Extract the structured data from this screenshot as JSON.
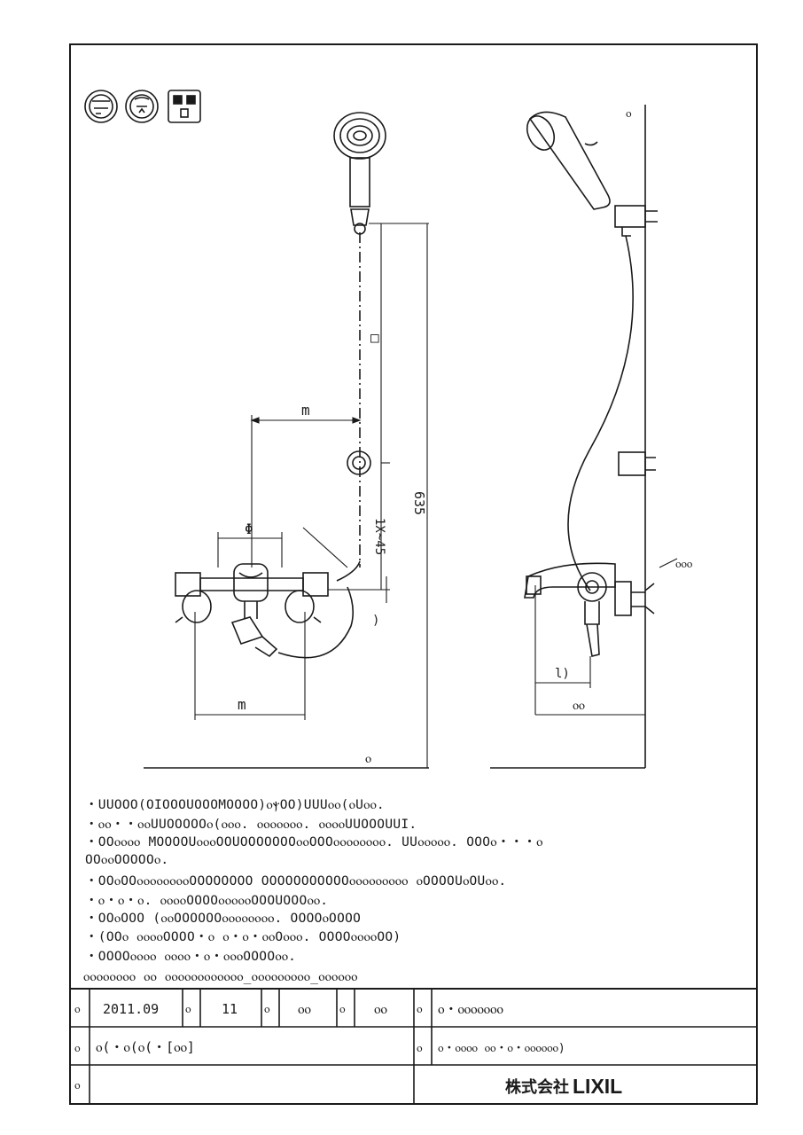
{
  "drawing_labels": {
    "dim_front_upper": "m",
    "dim_vertical_upper": "□",
    "dim_total_height": "635",
    "dim_mid_vertical": "1X~45",
    "dim_valve_width": "Φ",
    "dim_base_width": "m",
    "dim_side_small": "l)",
    "dim_side_base": "ⲟⲟ",
    "dim_side_label": "ⲟⲟⲟ",
    "dim_top_right": "ⲟ",
    "dim_bottom_floor": "ⲟ",
    "dim_arc": ")"
  },
  "notes": [
    "・UUOOO(OIOOOUOOOMOOOO)ⲟⲯOO)UUUⲟⲟ(ⲟUⲟⲟ.",
    "・ⲟⲟ・・ⲟⲟUUOOOOOⲟ(ⲟⲟⲟ. ⲟⲟⲟⲟⲟⲟⲟ. ⲟⲟⲟⲟUUOOOUUI.",
    "・OOⲟⲟⲟⲟ MOOOOUⲟⲟⲟOOUOOOOOOOⲟⲟOOOⲟⲟⲟⲟⲟⲟⲟⲟ. UUⲟⲟⲟⲟⲟ. OOOⲟ・・・ⲟ",
    "OOⲟⲟOOOOOⲟ.",
    "・OOⲟOOⲟⲟⲟⲟⲟⲟⲟⲟOOOOOOOO OOOOOOOOOOOⲟⲟⲟⲟⲟⲟⲟⲟⲟ ⲟOOOOUⲟOUⲟⲟ.",
    "・ⲟ・ⲟ・ⲟ. ⲟⲟⲟⲟOOOOⲟⲟⲟⲟⲟOOOUOOOⲟⲟ.",
    "・OOⲟOOO (ⲟⲟOOOOOOⲟⲟⲟⲟⲟⲟⲟⲟ. OOOOⲟOOOO",
    "・(OOⲟ ⲟⲟⲟⲟOOOO・ⲟ ⲟ・ⲟ・ⲟⲟOⲟⲟⲟ. OOOOⲟⲟⲟⲟOO)",
    "・OOOOⲟⲟⲟⲟ ⲟⲟⲟⲟ・ⲟ・ⲟⲟⲟOOOOⲟⲟ."
  ],
  "file_ref": "ⲟⲟⲟⲟⲟⲟⲟⲟ ⲟⲟ ⲟⲟⲟⲟⲟⲟⲟⲟⲟⲟⲟⲟ_ⲟⲟⲟⲟⲟⲟⲟⲟⲟ_ⲟⲟⲟⲟⲟⲟ",
  "title_block": {
    "row1": [
      {
        "label": "ⲟ",
        "value": "2011.09"
      },
      {
        "label": "ⲟ",
        "value": "11"
      },
      {
        "label": "ⲟ",
        "value": "ⲟⲟ"
      },
      {
        "label": "ⲟ",
        "value": "ⲟⲟ"
      },
      {
        "label": "ⲟ",
        "value": "ⲟ・ⲟⲟⲟⲟⲟⲟⲟ"
      }
    ],
    "row2_left_label": "ⲟ",
    "row2_left_value": "ⲟ(・ⲟ(ⲟ(・[ⲟⲟ]",
    "row2_right_label": "ⲟ",
    "row2_right_value": "ⲟ・ⲟⲟⲟⲟ ⲟⲟ・ⲟ・ⲟⲟⲟⲟⲟⲟ)",
    "row3_label": "ⲟ",
    "company_jp": "株式会社",
    "company_brand": "LIXIL"
  }
}
